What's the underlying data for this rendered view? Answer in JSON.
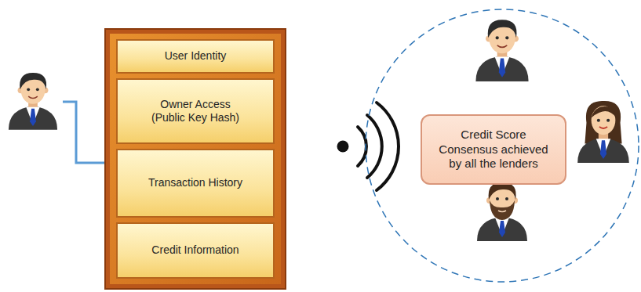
{
  "diagram": {
    "nodes": [
      {
        "text": [
          "User Identity"
        ]
      },
      {
        "text": [
          "Owner Access (Public Key Hash)"
        ]
      },
      {
        "text": [
          "Transaction History"
        ]
      },
      {
        "text": [
          "Credit Information"
        ]
      },
      {
        "text": [
          "Credit Score Consensus achieved by all the lenders"
        ]
      }
    ]
  }
}
